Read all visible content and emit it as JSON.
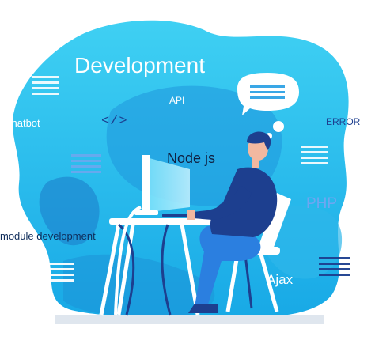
{
  "labels": {
    "development": "Development",
    "api": "API",
    "chatbot": "chatbot",
    "error": "ERROR",
    "node_js": "Node js",
    "php": "PHP",
    "module_development": "module development",
    "ajax": "Ajax"
  },
  "code_symbol": "</>",
  "icons": [
    "code-brackets-icon",
    "speech-bubble-icon",
    "thought-bubble-icon",
    "document-lines-icon"
  ],
  "colors": {
    "blob_light": "#3ec9ee",
    "blob_dark": "#1ea0e0",
    "blob_deep": "#1b86d2",
    "navy": "#1d3f8f",
    "skin": "#f2b8a0",
    "white": "#ffffff"
  }
}
